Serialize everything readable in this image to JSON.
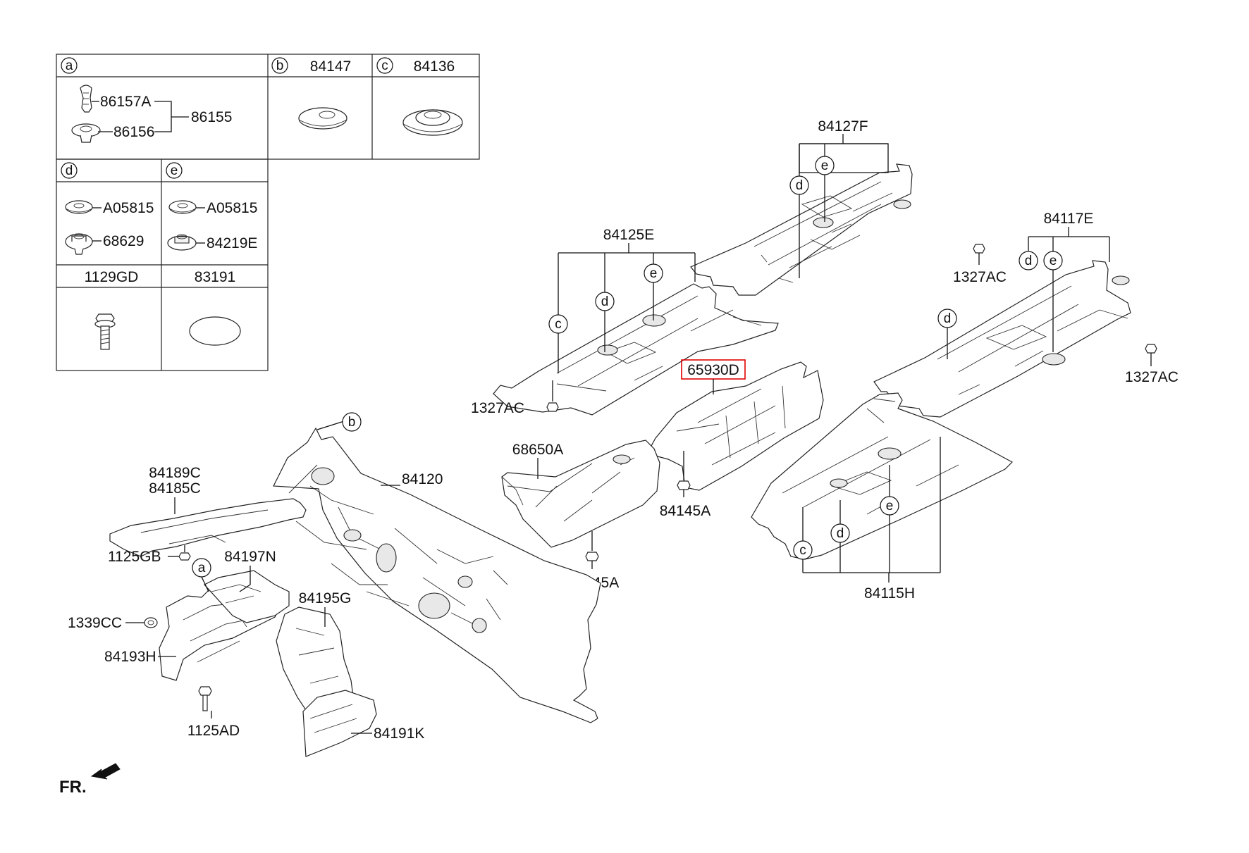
{
  "legend": {
    "cells": [
      {
        "letter": "a",
        "part": ""
      },
      {
        "letter": "b",
        "part": "84147"
      },
      {
        "letter": "c",
        "part": "84136"
      },
      {
        "letter": "d",
        "part": ""
      },
      {
        "letter": "e",
        "part": ""
      },
      {
        "letter": "",
        "part": "1129GD"
      },
      {
        "letter": "",
        "part": "83191"
      }
    ],
    "a_items": [
      "86157A",
      "86156",
      "86155"
    ],
    "d_items": [
      "A05815",
      "68629"
    ],
    "e_items": [
      "A05815",
      "84219E"
    ]
  },
  "callouts": {
    "p84127F": "84127F",
    "p84117E": "84117E",
    "p84125E": "84125E",
    "p1327AC_a": "1327AC",
    "p1327AC_b": "1327AC",
    "p1327AC_c": "1327AC",
    "p65930D": "65930D",
    "p68650A": "68650A",
    "p84145A_a": "84145A",
    "p84145A_b": "84145A",
    "p84115H": "84115H",
    "p84120": "84120",
    "p84189C": "84189C",
    "p84185C": "84185C",
    "p1125GB": "1125GB",
    "p84197N": "84197N",
    "p84195G": "84195G",
    "p1339CC": "1339CC",
    "p84193H": "84193H",
    "p1125AD": "1125AD",
    "p84191K": "84191K"
  },
  "circle_letters": {
    "a": "a",
    "b": "b",
    "c": "c",
    "d": "d",
    "e": "e"
  },
  "direction_label": "FR.",
  "highlight_color": "#e00000"
}
